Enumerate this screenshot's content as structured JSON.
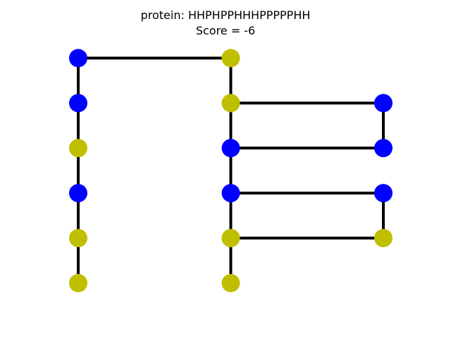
{
  "title": {
    "protein_line": "protein: HHPHPPHHHPPPPPHH",
    "score_line": "Score = -6"
  },
  "colors": {
    "H": "#bfbf00",
    "P": "#0000ff",
    "bond": "#000000"
  },
  "diagram": {
    "sequence": "HHPHPPHHHPPPPPHH",
    "score": -6,
    "residues": [
      {
        "type": "H",
        "x": 0,
        "y": 0
      },
      {
        "type": "H",
        "x": 0,
        "y": 1
      },
      {
        "type": "P",
        "x": 0,
        "y": 2
      },
      {
        "type": "H",
        "x": 0,
        "y": 3
      },
      {
        "type": "P",
        "x": 0,
        "y": 4
      },
      {
        "type": "P",
        "x": 0,
        "y": 5
      },
      {
        "type": "H",
        "x": 1,
        "y": 5
      },
      {
        "type": "H",
        "x": 1,
        "y": 1
      },
      {
        "type": "H",
        "x": 2,
        "y": 1
      },
      {
        "type": "P",
        "x": 2,
        "y": 2
      },
      {
        "type": "P",
        "x": 1,
        "y": 2
      },
      {
        "type": "P",
        "x": 1,
        "y": 3
      },
      {
        "type": "P",
        "x": 2,
        "y": 3
      },
      {
        "type": "P",
        "x": 2,
        "y": 4
      },
      {
        "type": "H",
        "x": 1,
        "y": 4
      },
      {
        "type": "H",
        "x": 1,
        "y": 0
      }
    ]
  }
}
